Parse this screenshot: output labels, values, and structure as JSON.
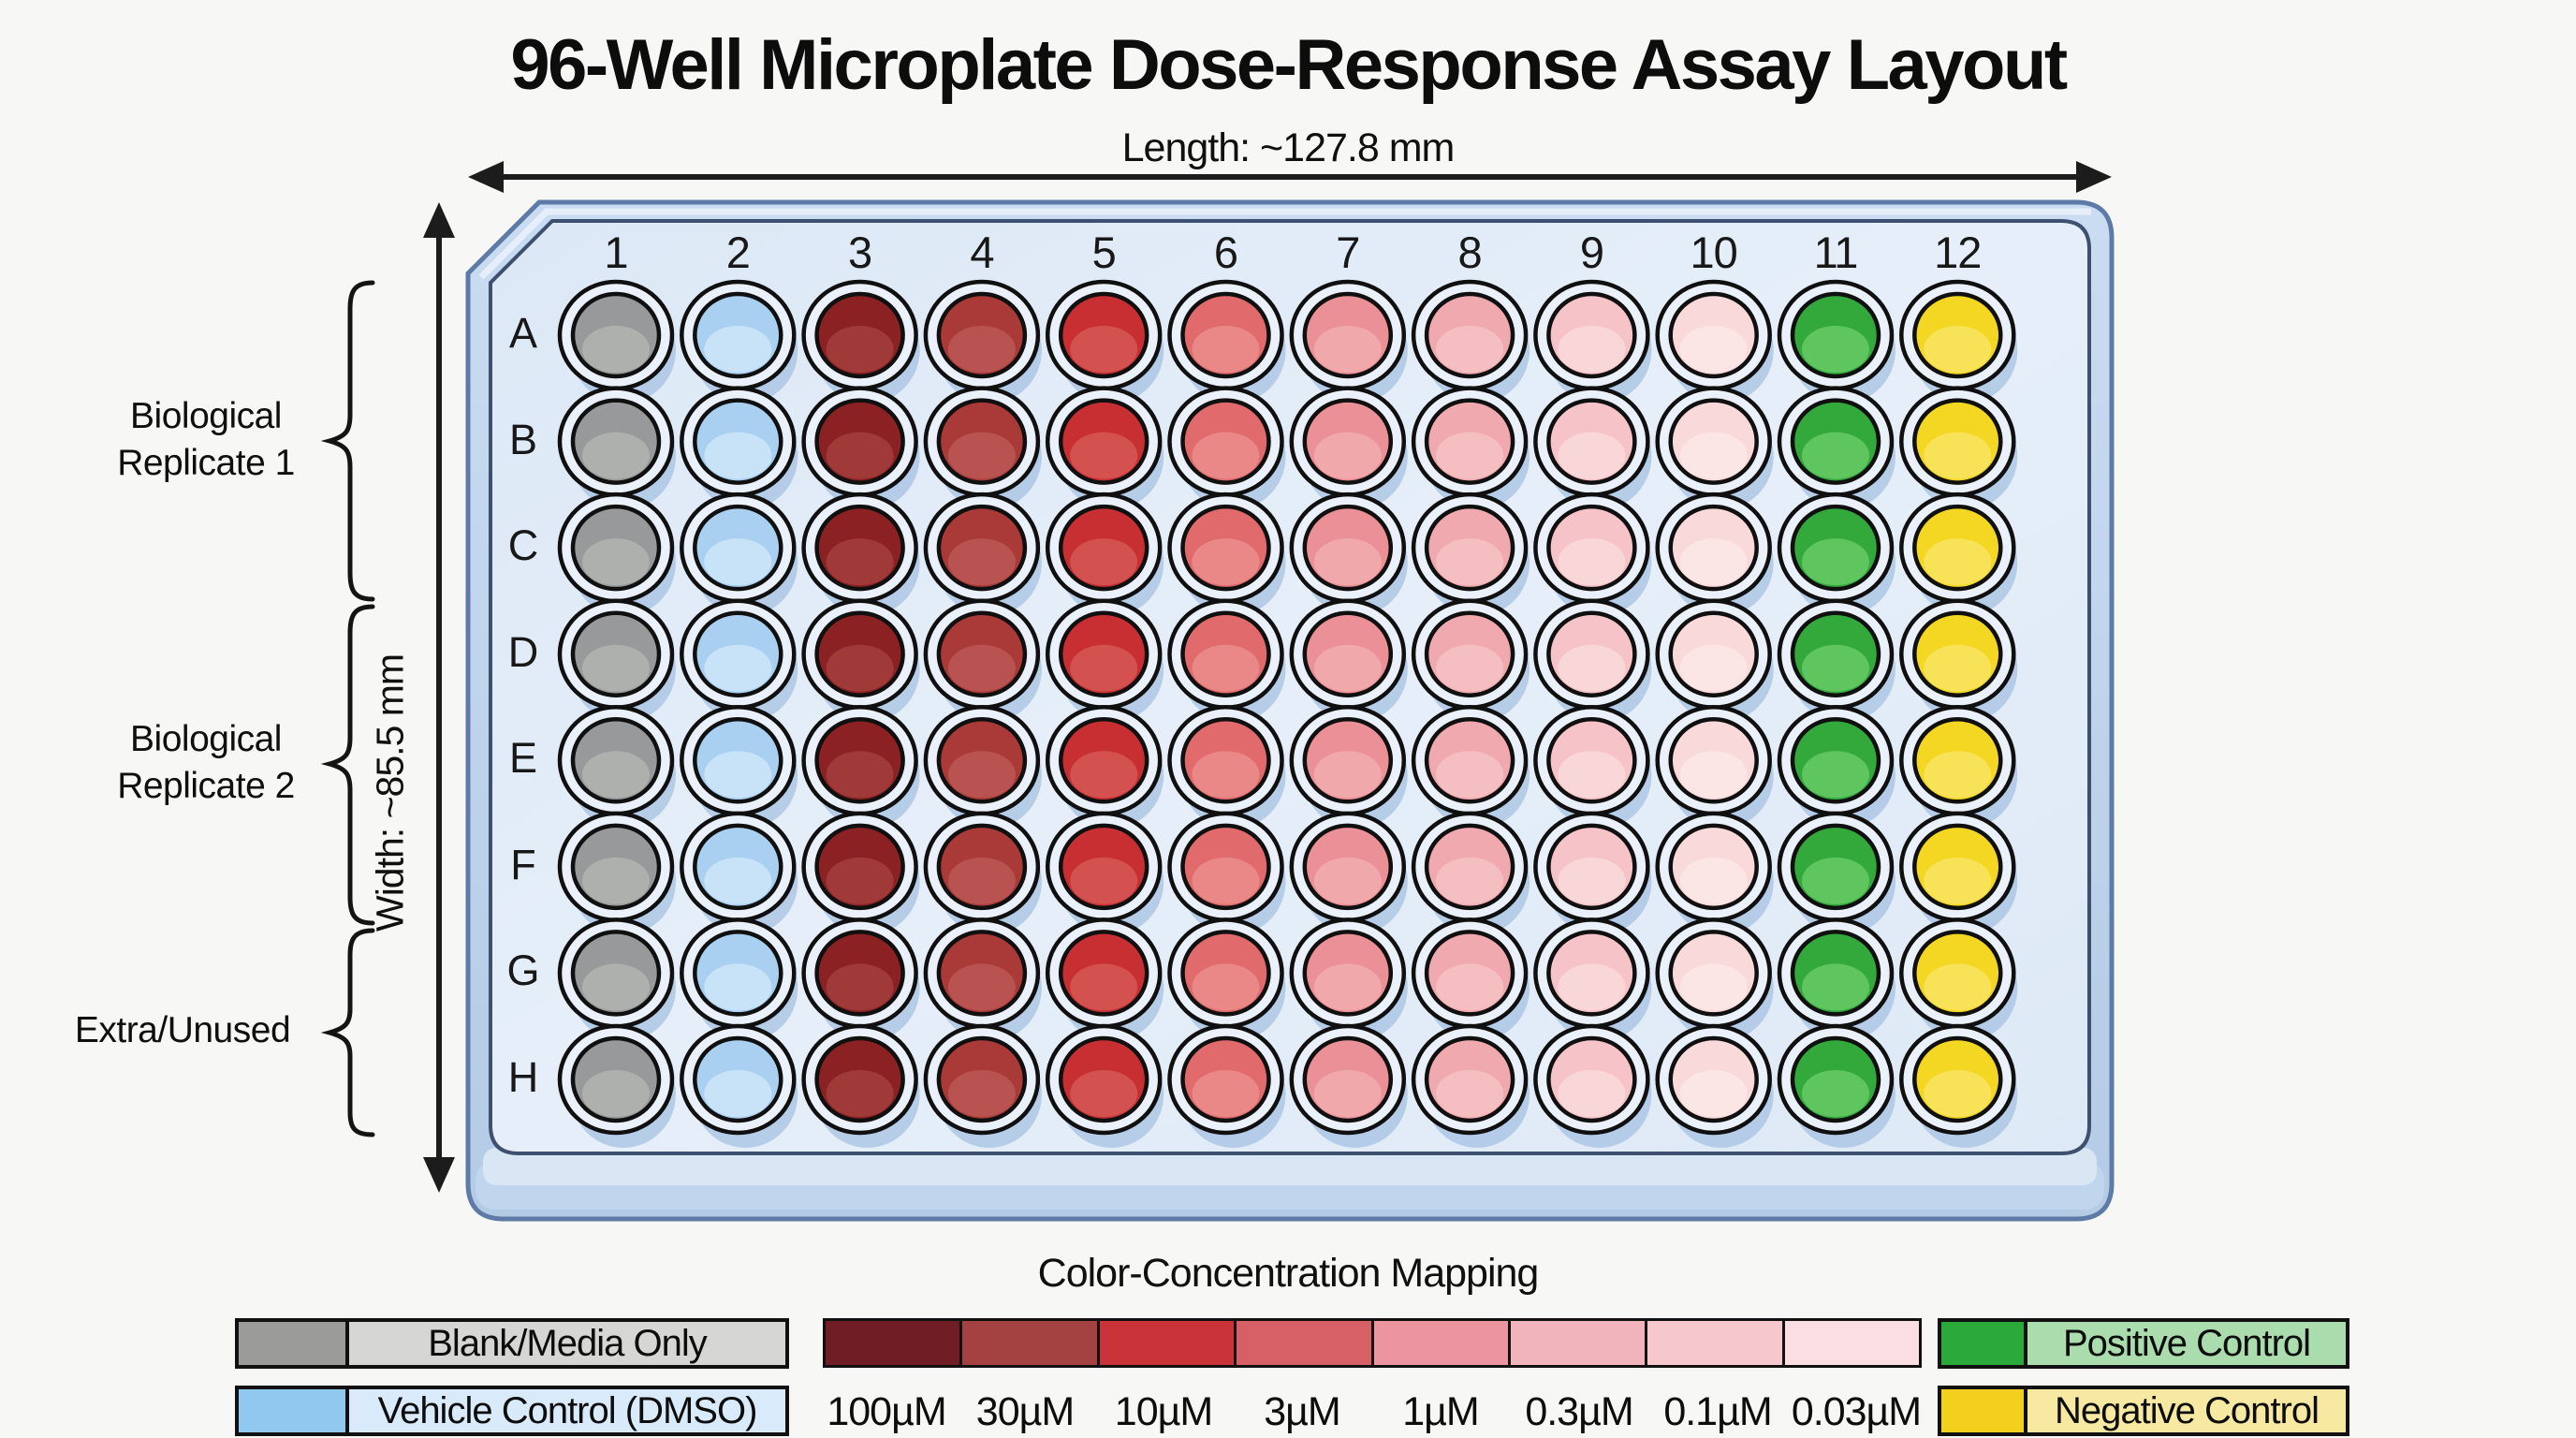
{
  "title": "96-Well Microplate Dose-Response Assay Layout",
  "dimensions": {
    "length_label": "Length: ~127.8 mm",
    "width_label": "Width: ~85.5 mm"
  },
  "plate": {
    "rows": [
      "A",
      "B",
      "C",
      "D",
      "E",
      "F",
      "G",
      "H"
    ],
    "well_ring_fill": "#eaf1fa",
    "well_shadow": "#b0c9e6",
    "well_outline": "#101010",
    "columns": [
      {
        "label": "1",
        "condition": "Blank/Media Only",
        "base": "#97999a",
        "light": "#aeb0ad"
      },
      {
        "label": "2",
        "condition": "Vehicle Control (DMSO)",
        "base": "#a9d0f0",
        "light": "#c8e2f8"
      },
      {
        "label": "3",
        "condition": "100µM",
        "base": "#8c2123",
        "light": "#9f3a38"
      },
      {
        "label": "4",
        "condition": "30µM",
        "base": "#a93a38",
        "light": "#b85351"
      },
      {
        "label": "5",
        "condition": "10µM",
        "base": "#c72f32",
        "light": "#d35250"
      },
      {
        "label": "6",
        "condition": "3µM",
        "base": "#e06a6c",
        "light": "#e98887"
      },
      {
        "label": "7",
        "condition": "1µM",
        "base": "#ea9096",
        "light": "#f1a8ab"
      },
      {
        "label": "8",
        "condition": "0.3µM",
        "base": "#f0aaaf",
        "light": "#f5bfc1"
      },
      {
        "label": "9",
        "condition": "0.1µM",
        "base": "#f6c4c8",
        "light": "#f9d6d7"
      },
      {
        "label": "10",
        "condition": "0.03µM",
        "base": "#f9d9da",
        "light": "#fbe5e5"
      },
      {
        "label": "11",
        "condition": "Positive Control",
        "base": "#33a93c",
        "light": "#5ec55f"
      },
      {
        "label": "12",
        "condition": "Negative Control",
        "base": "#f3d722",
        "light": "#f8e258"
      }
    ]
  },
  "row_groups": [
    {
      "label": "Biological Replicate 1",
      "rows": "A–C"
    },
    {
      "label": "Biological Replicate 2",
      "rows": "D–F"
    },
    {
      "label": "Extra/Unused",
      "rows": "G–H"
    }
  ],
  "legend": {
    "title": "Color-Concentration Mapping",
    "left": [
      {
        "label": "Blank/Media Only",
        "swatch": "#9b9b99",
        "bg": "#d6d6d4"
      },
      {
        "label": "Vehicle Control (DMSO)",
        "swatch": "#90c8f0",
        "bg": "#d9ebfa"
      }
    ],
    "gradient": [
      {
        "conc": "100µM",
        "color": "#701d26"
      },
      {
        "conc": "30µM",
        "color": "#a44241"
      },
      {
        "conc": "10µM",
        "color": "#c93237"
      },
      {
        "conc": "3µM",
        "color": "#d75f66"
      },
      {
        "conc": "1µM",
        "color": "#ec95a0"
      },
      {
        "conc": "0.3µM",
        "color": "#f2b4bc"
      },
      {
        "conc": "0.1µM",
        "color": "#f6c8ce"
      },
      {
        "conc": "0.03µM",
        "color": "#fadee1"
      }
    ],
    "right": [
      {
        "label": "Positive Control",
        "swatch": "#2ba93a",
        "bg": "#aadcad"
      },
      {
        "label": "Negative Control",
        "swatch": "#f2d01d",
        "bg": "#f8e9a2"
      }
    ]
  },
  "colors": {
    "plate_outer_border": "#5d7ba6",
    "plate_outer_fill_top": "#cadcf1",
    "plate_outer_fill_bottom": "#b4cbe6",
    "plate_panel_border": "#3e5070",
    "plate_panel_fill": "#e1ebf7",
    "arrow": "#1c1c1c",
    "brace": "#141414"
  }
}
